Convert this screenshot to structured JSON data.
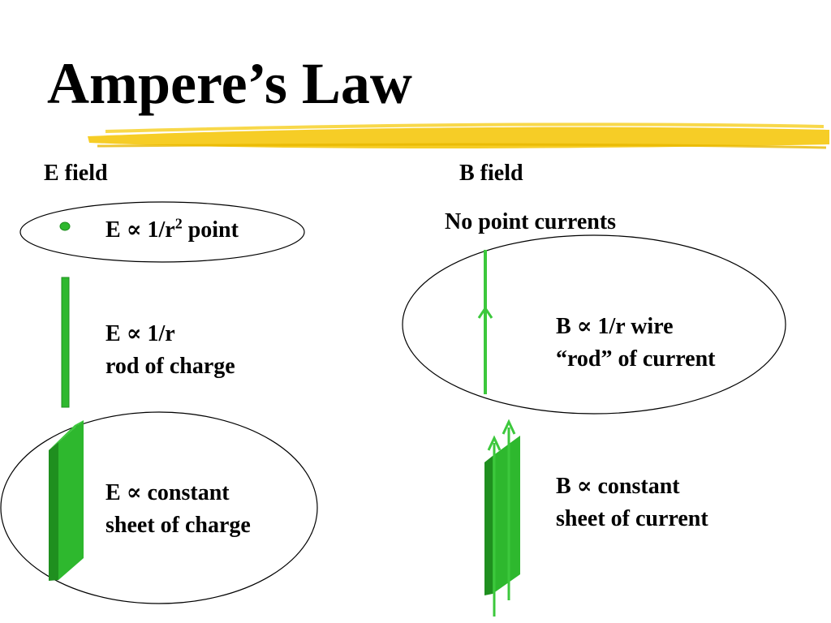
{
  "slide": {
    "title": "Ampere’s Law",
    "colors": {
      "highlight": "#f5c400",
      "green": "#2eb82e",
      "green_dark": "#1f8f1f",
      "outline": "#000000"
    }
  },
  "e_column": {
    "heading": "E field",
    "point": {
      "prefix": "E ∝ 1/r",
      "exponent": "2",
      "suffix": " point"
    },
    "rod": {
      "line1": "E ∝ 1/r",
      "line2": "rod of charge"
    },
    "sheet": {
      "line1": "E ∝ constant",
      "line2": "sheet of charge"
    }
  },
  "b_column": {
    "heading": "B field",
    "note": "No point currents",
    "wire": {
      "line1": "B ∝ 1/r wire",
      "line2": "“rod” of current"
    },
    "sheet": {
      "line1": "B ∝ constant",
      "line2": "sheet of current"
    }
  }
}
